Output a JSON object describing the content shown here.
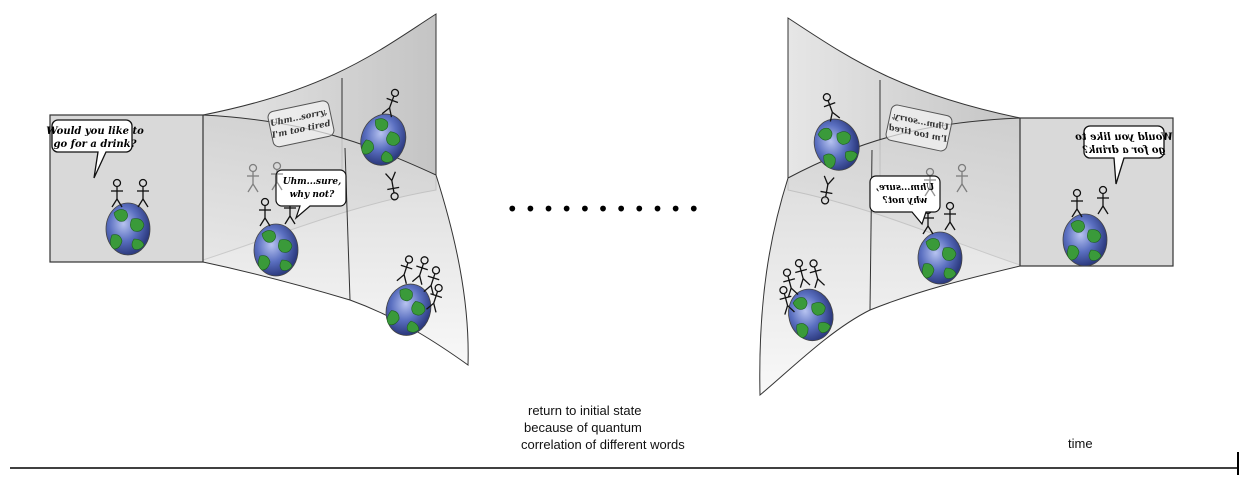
{
  "bubbles": {
    "left_question": [
      "Would you like to",
      "go for a drink?"
    ],
    "left_upper_answer": [
      "Uhm...sorry,",
      "I'm too tired"
    ],
    "left_lower_answer": [
      "Uhm...sure,",
      "why not?"
    ],
    "right_question": [
      "Would you like to",
      "go for a drink?"
    ],
    "right_upper_answer": [
      "Uhm...sorry,",
      "I'm too tired"
    ],
    "right_lower_answer": [
      "Uhm...sure,",
      "why not?"
    ]
  },
  "center_dots": "• • • • • • • • • • •",
  "captions": {
    "line1": "return to initial state",
    "line2": "because of  quantum",
    "line3": "correlation of  different  words"
  },
  "time_label": "time",
  "colors": {
    "panel_fill": "#d9d9d9",
    "panel_fill_light": "#eeeeee",
    "panel_stroke": "#333333",
    "earth_ocean": "#5a6fc0",
    "earth_land": "#3a9a3a",
    "axis": "#000000"
  }
}
